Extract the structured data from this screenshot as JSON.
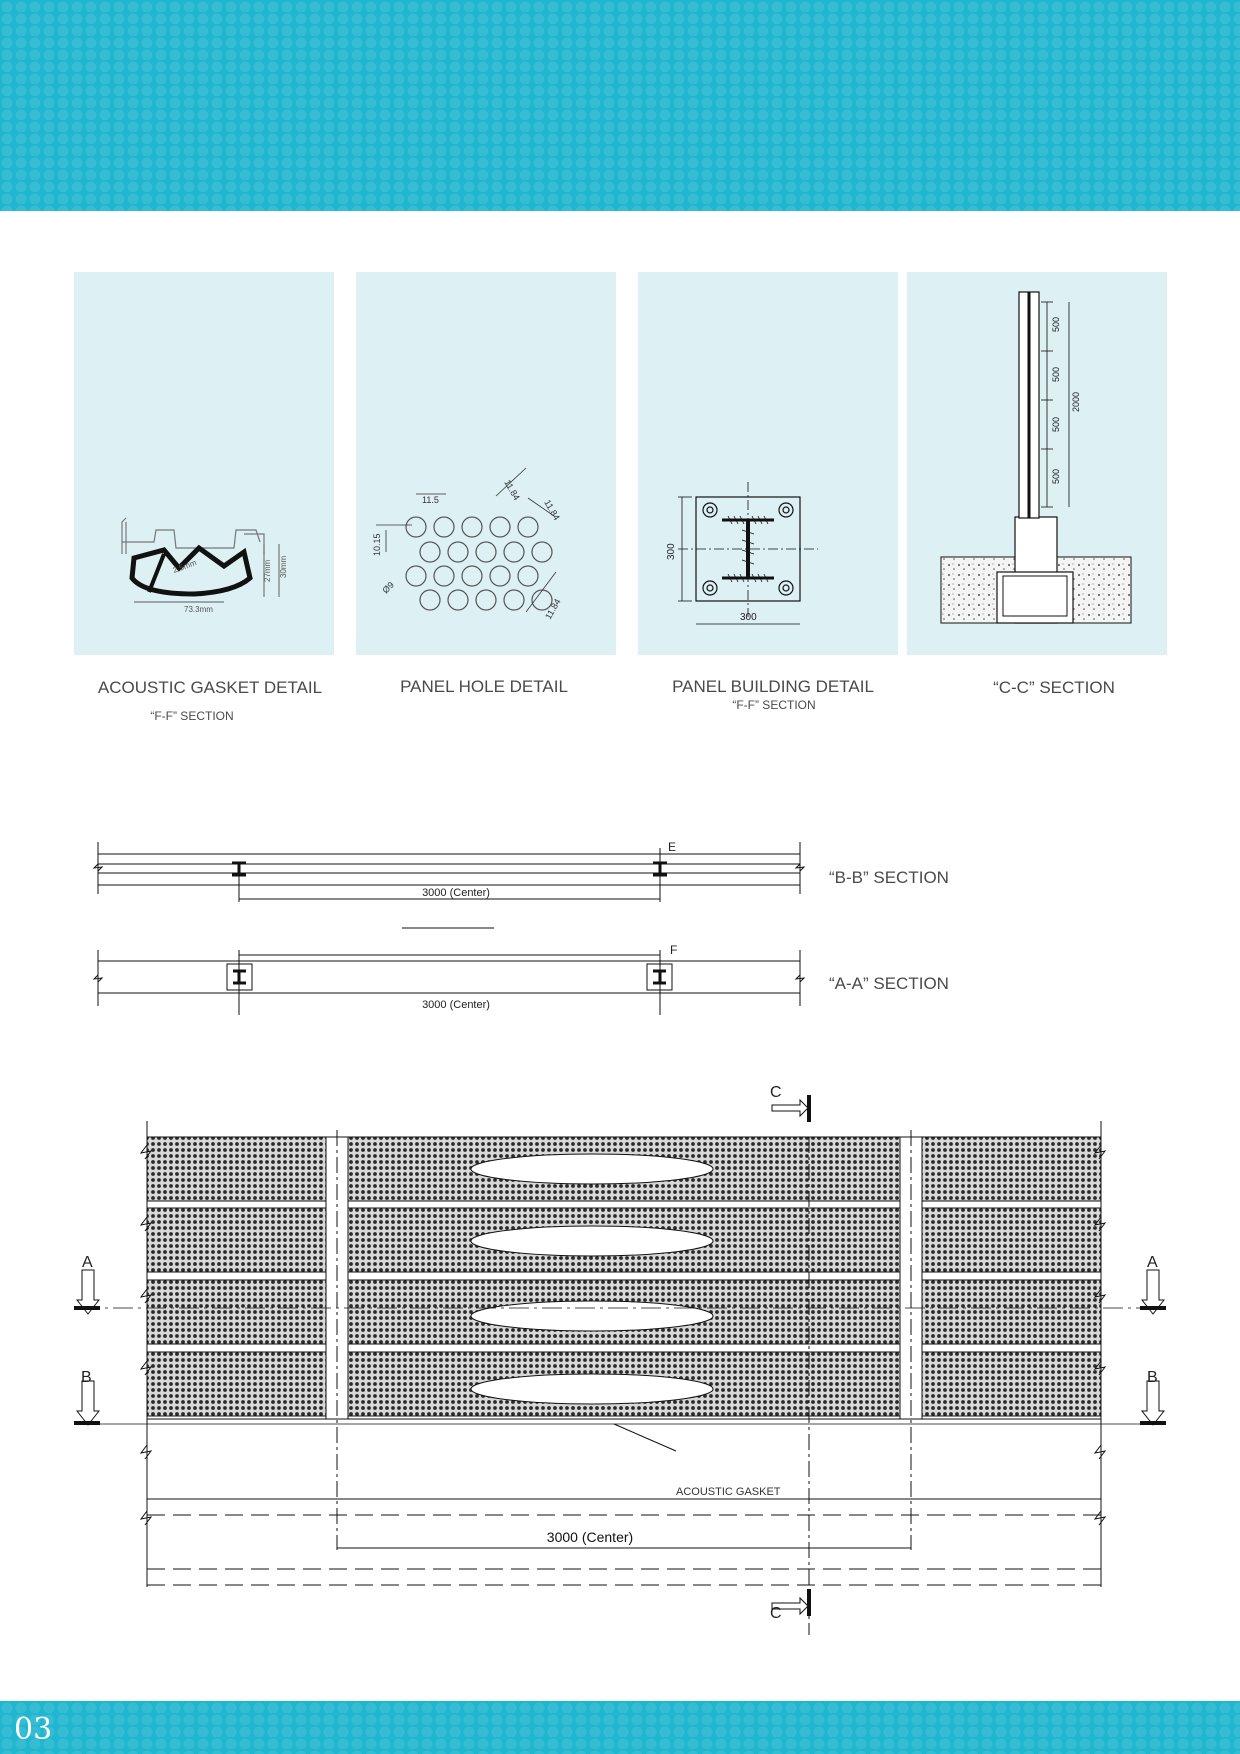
{
  "page": {
    "number": "03"
  },
  "details": [
    {
      "title": "ACOUSTIC GASKET DETAIL",
      "subtitle": "“F-F” SECTION",
      "dims": [
        "2.5mm",
        "27mm",
        "30mm",
        "73.3mm"
      ]
    },
    {
      "title": "PANEL HOLE DETAIL",
      "subtitle": "",
      "dims": [
        "11.5",
        "10.15",
        "11.84",
        "11.84",
        "Ø9",
        "11.84"
      ]
    },
    {
      "title": "PANEL BUILDING DETAIL",
      "subtitle": "“F-F” SECTION",
      "dims": [
        "300",
        "300"
      ]
    },
    {
      "title": "“C-C” SECTION",
      "subtitle": "",
      "dims": [
        "500",
        "500",
        "500",
        "500",
        "2000"
      ]
    }
  ],
  "sections": {
    "bb": {
      "label": "“B-B” SECTION",
      "marker": "E",
      "dim": "3000 (Center)"
    },
    "aa": {
      "label": "“A-A” SECTION",
      "marker": "F",
      "dim": "3000 (Center)"
    }
  },
  "elevation": {
    "dim": "3000 (Center)",
    "gasket_label": "ACOUSTIC GASKET",
    "markers": {
      "a": "A",
      "b": "B",
      "c": "C"
    }
  },
  "colors": {
    "band": "#1fb6cf",
    "panel_bg": "#ddf0f4",
    "ink": "#222222"
  }
}
